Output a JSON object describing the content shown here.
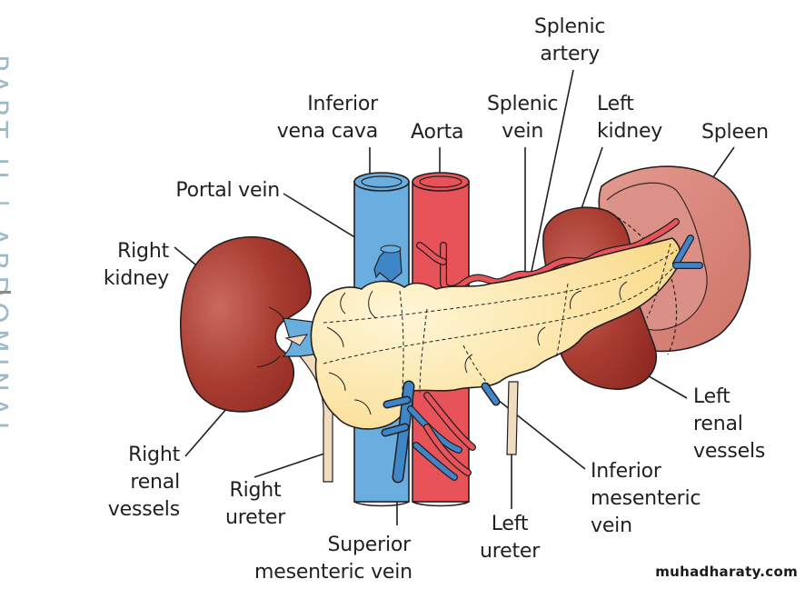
{
  "figure": {
    "side_header": {
      "text": "PART II | ABDOMINAL",
      "color": "#7da3b8"
    },
    "watermark": "muhadharaty.com",
    "colors": {
      "ivc": "#6aaee0",
      "ivc_dark": "#3f86c8",
      "aorta": "#e8535a",
      "kidney": "#a8392f",
      "spleen": "#d9857b",
      "pancreas": "#fbe09a",
      "ureter": "#f2dcc0",
      "outline": "#231f20"
    },
    "labels": {
      "splenic_artery": [
        "Splenic",
        "artery"
      ],
      "inferior_vena_cava": [
        "Inferior",
        "vena cava"
      ],
      "aorta": [
        "Aorta"
      ],
      "splenic_vein": [
        "Splenic",
        "vein"
      ],
      "left_kidney": [
        "Left",
        "kidney"
      ],
      "spleen": [
        "Spleen"
      ],
      "portal_vein": [
        "Portal vein"
      ],
      "right_kidney": [
        "Right",
        "kidney"
      ],
      "right_renal_vessels": [
        "Right",
        "renal",
        "vessels"
      ],
      "right_ureter": [
        "Right",
        "ureter"
      ],
      "superior_mesenteric_vein": [
        "Superior",
        "mesenteric vein"
      ],
      "left_ureter": [
        "Left",
        "ureter"
      ],
      "inferior_mesenteric_vein": [
        "Inferior",
        "mesenteric",
        "vein"
      ],
      "left_renal_vessels": [
        "Left",
        "renal",
        "vessels"
      ]
    }
  }
}
